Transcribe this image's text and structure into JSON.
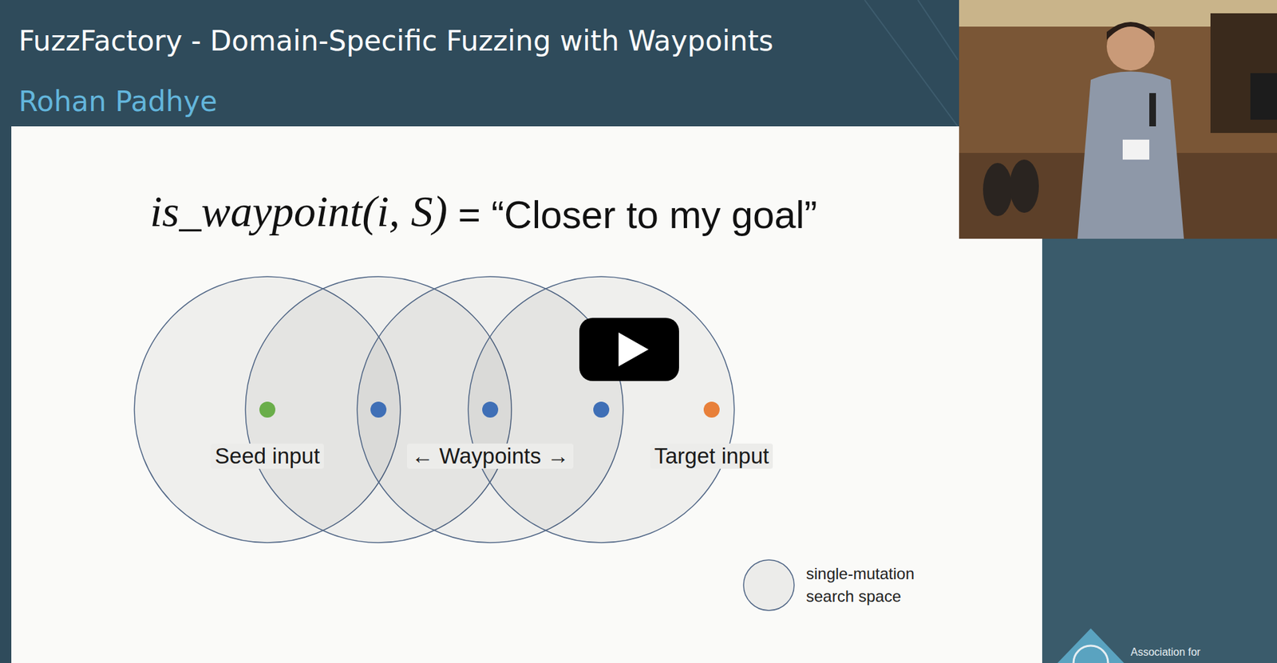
{
  "diagram": {
    "title": "FuzzFactory - Domain-Specific Fuzzing with Waypoints",
    "labels": [
      "Rohan Padhye",
      "is_waypoint(i, S)",
      "= “Closer to my goal”",
      "Seed input",
      "← Waypoints →",
      "Target input",
      "Association for"
    ],
    "legend": [
      {
        "text": "single-mutation search space"
      }
    ]
  }
}
